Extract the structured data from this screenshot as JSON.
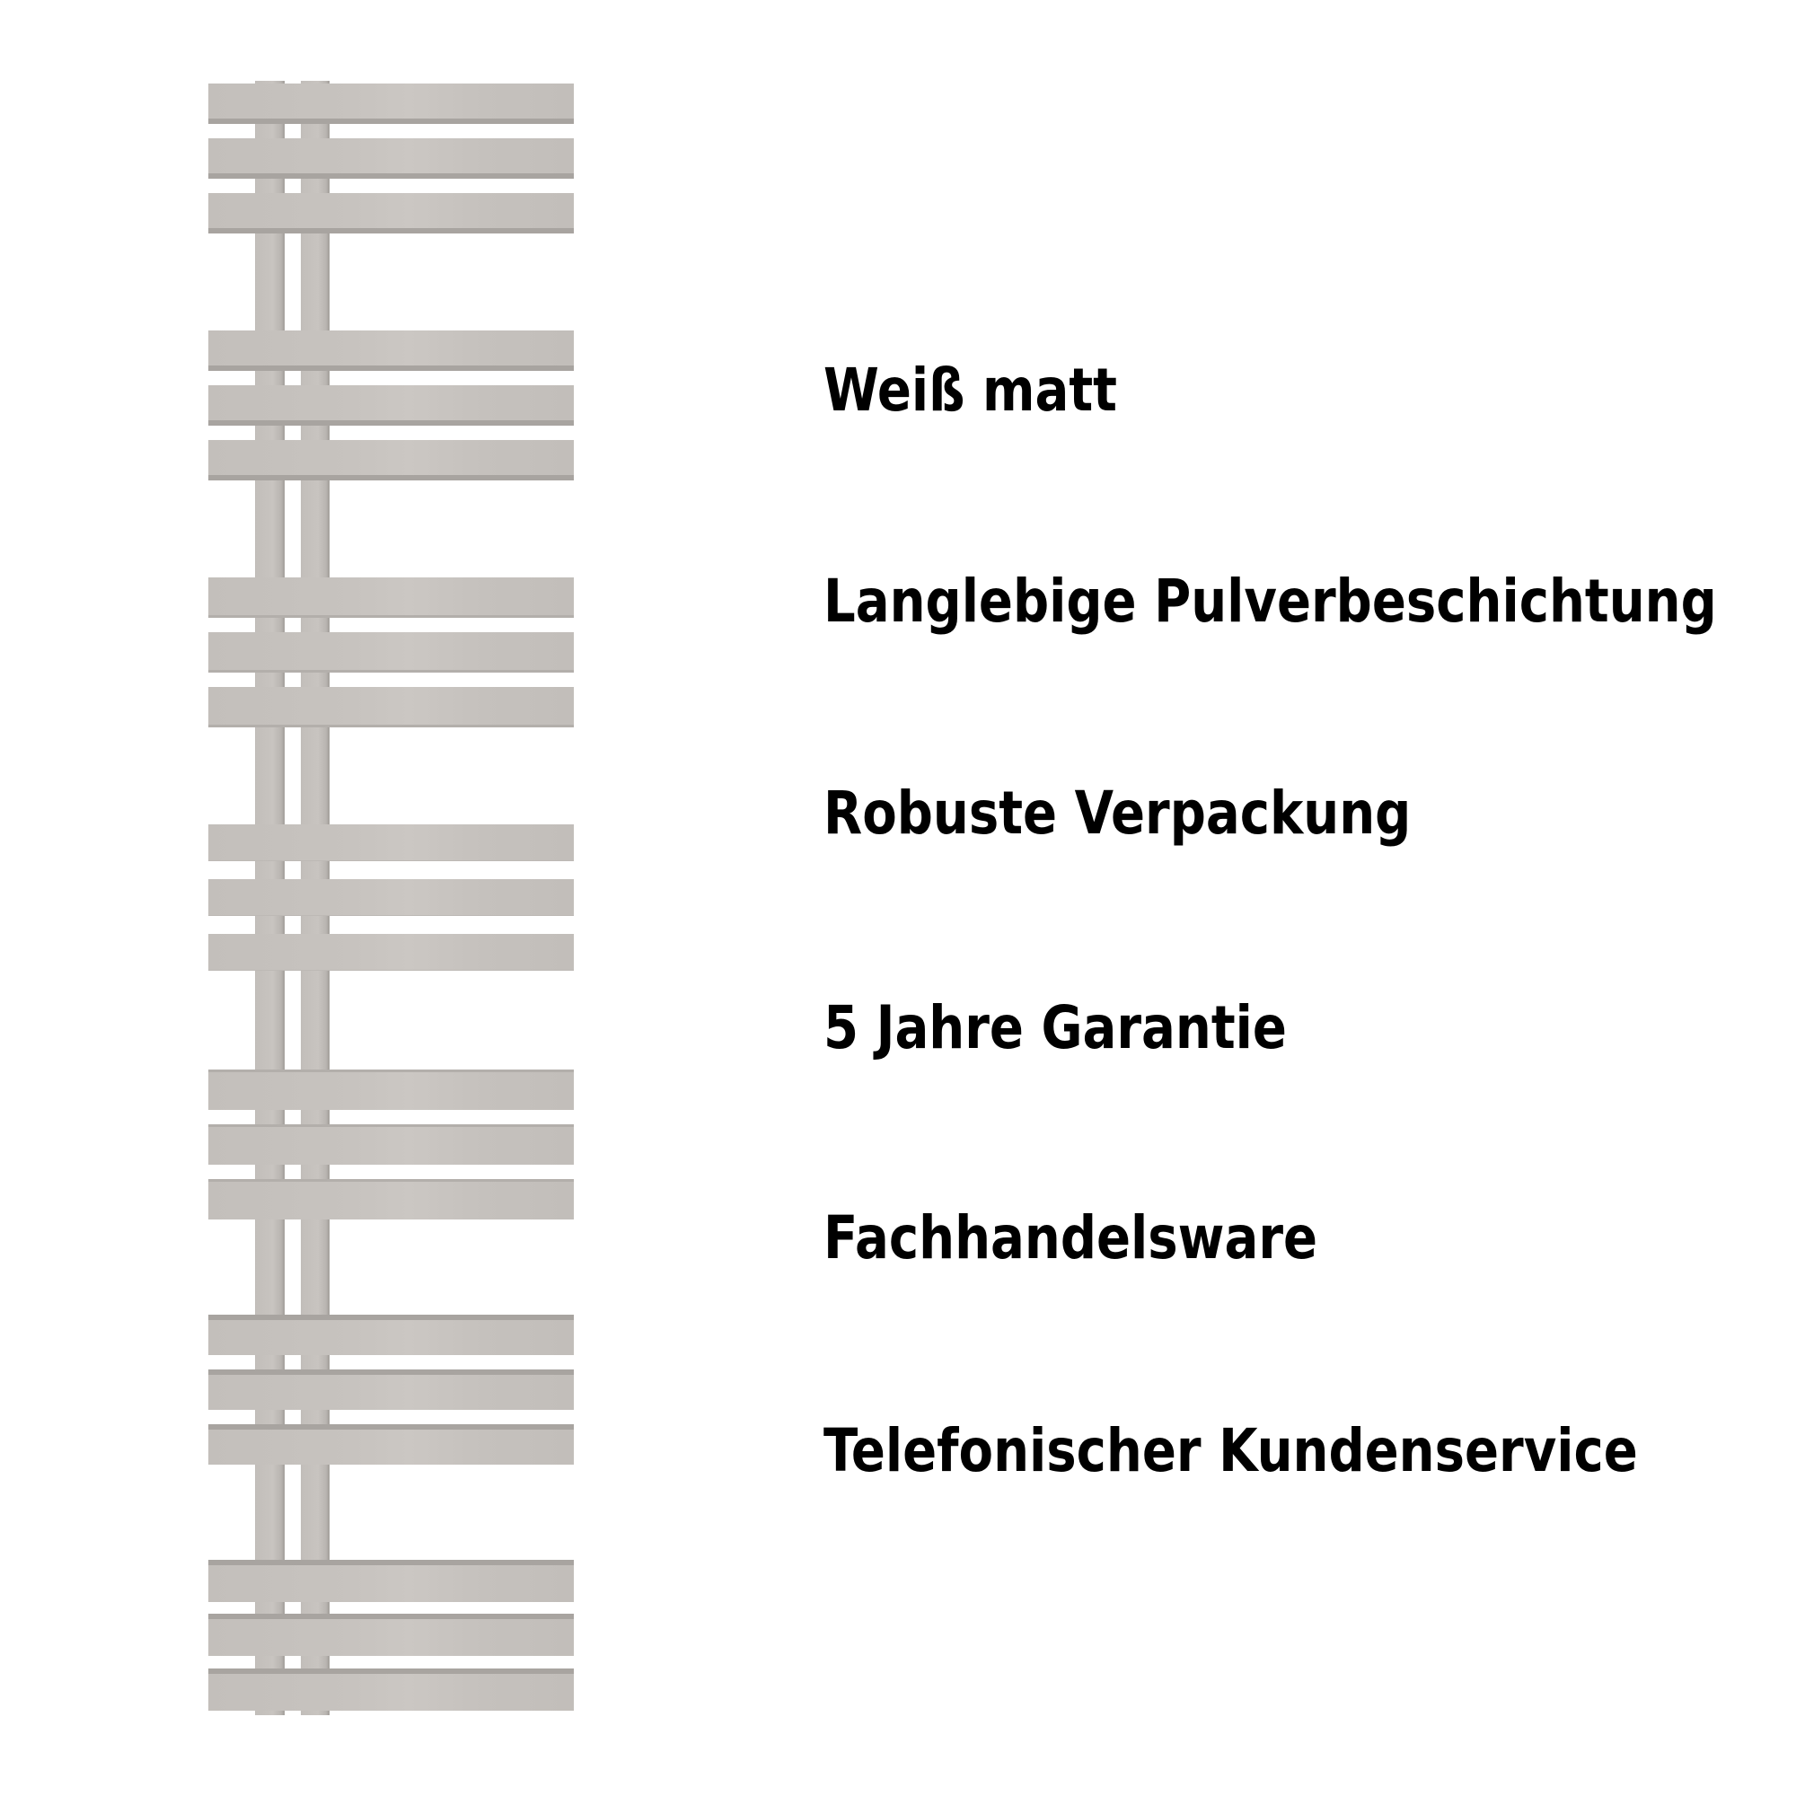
{
  "image": {
    "background_color": "#ffffff",
    "product": {
      "type": "designer towel radiator",
      "finish_color": "#c4c0bc",
      "bar_groups": 7,
      "bars_per_group": 3,
      "vertical_tubes": 2
    }
  },
  "features": {
    "text_color": "#000000",
    "items": [
      {
        "label": "Weiß matt"
      },
      {
        "label": "Langlebige Pulverbeschichtung"
      },
      {
        "label": "Robuste Verpackung"
      },
      {
        "label": "5 Jahre Garantie"
      },
      {
        "label": "Fachhandelsware"
      },
      {
        "label": "Telefonischer Kundenservice"
      }
    ]
  }
}
